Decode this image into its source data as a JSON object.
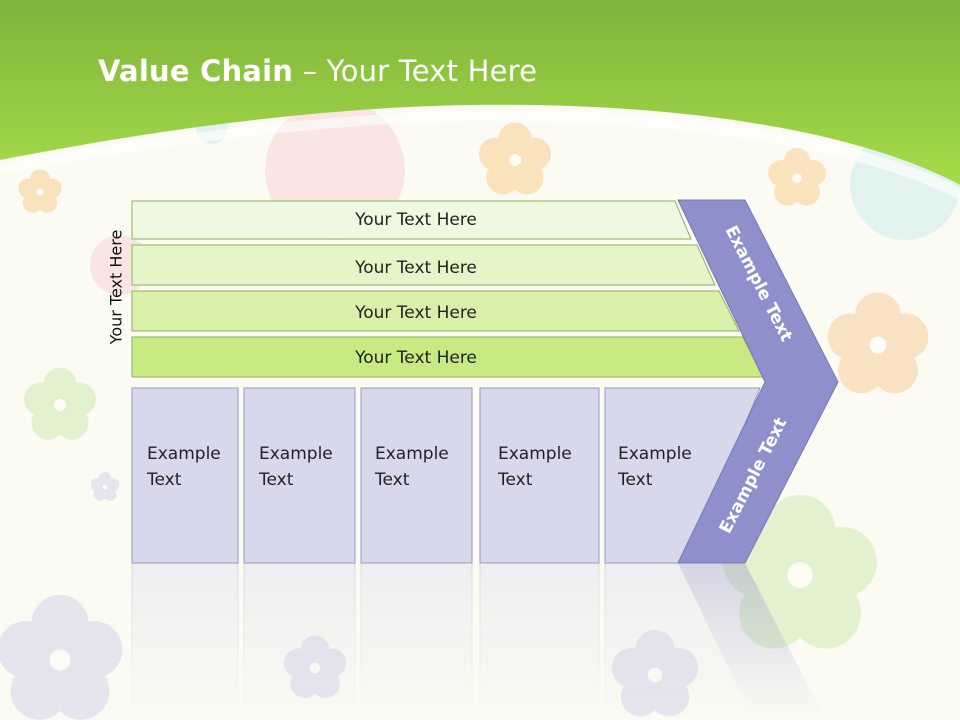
{
  "slide": {
    "title_bold": "Value Chain",
    "title_rest": " – Your Text Here",
    "side_label": "Your Text Here"
  },
  "support_activities": [
    {
      "label": "Your Text Here",
      "fill": "#eff8e1"
    },
    {
      "label": "Your Text Here",
      "fill": "#e4f5c8"
    },
    {
      "label": "Your Text Here",
      "fill": "#d9f0aa"
    },
    {
      "label": "Your Text Here",
      "fill": "#c7ea82"
    }
  ],
  "primary_activities": [
    {
      "line1": "Example",
      "line2": "Text"
    },
    {
      "line1": "Example",
      "line2": "Text"
    },
    {
      "line1": "Example",
      "line2": "Text"
    },
    {
      "line1": "Example",
      "line2": "Text"
    },
    {
      "line1": "Example",
      "line2": "Text"
    }
  ],
  "margin_chevron": {
    "upper_label": "Example Text",
    "lower_label": "Example Text",
    "fill": "#8e90cc"
  },
  "colors": {
    "header_green": "#9ad54a",
    "primary_box_fill": "#d7d8ec",
    "primary_box_stroke": "#9a9ab8",
    "support_stroke": "#8fb25a",
    "text": "#222222"
  }
}
